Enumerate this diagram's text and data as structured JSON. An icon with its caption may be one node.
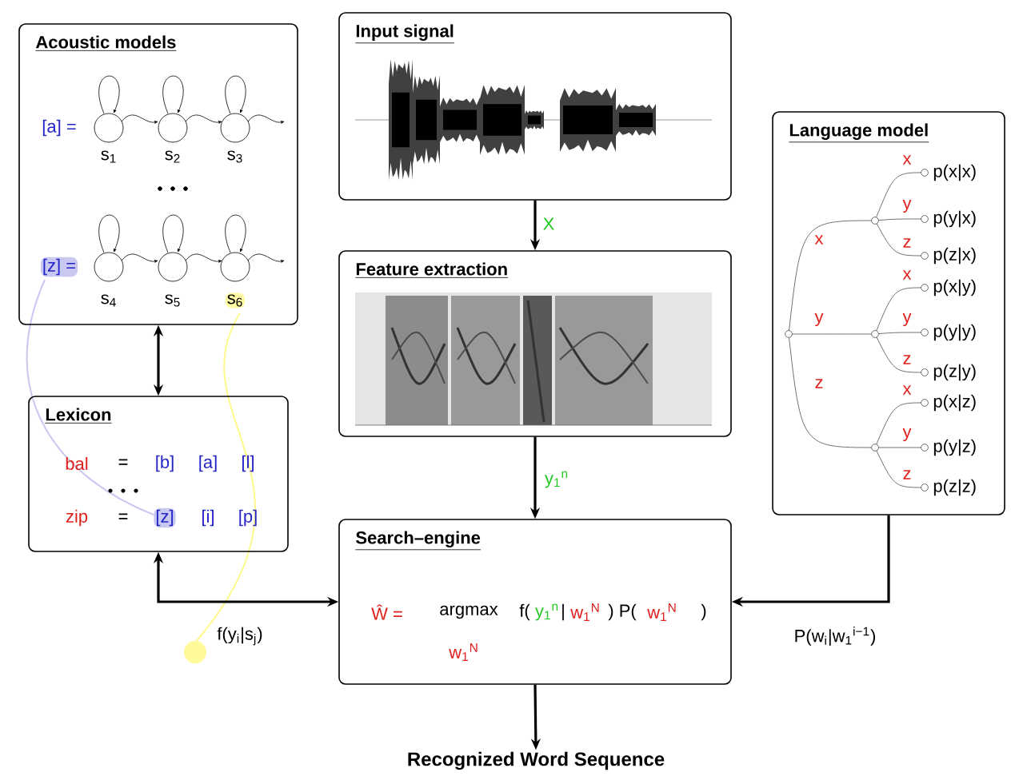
{
  "diagram": {
    "nodes": [
      {
        "text": [
          "Acoustic models"
        ]
      },
      {
        "text": [
          "Lexicon"
        ]
      },
      {
        "text": [
          "Input signal"
        ]
      },
      {
        "text": [
          "Feature extraction"
        ]
      },
      {
        "text": [
          "Search–engine"
        ]
      },
      {
        "text": [
          "Language model"
        ]
      },
      {
        "text": [
          "Recognized Word Sequence"
        ]
      }
    ],
    "edges": [
      {
        "from": 0,
        "to": 1,
        "arrow": "both"
      },
      {
        "from": 2,
        "to": 3,
        "arrow": "to",
        "label": "X"
      },
      {
        "from": 3,
        "to": 4,
        "arrow": "to",
        "label": "y$_{1}$$^{n}$"
      },
      {
        "from": 4,
        "to": 1,
        "arrow": "both",
        "label": "f(y$_{i}$|s$_{j}$)"
      },
      {
        "from": 5,
        "to": 4,
        "arrow": "to",
        "label": "P(w$_{i}$|w$_{1}$$^{i−1}$)"
      },
      {
        "from": 4,
        "to": 6,
        "arrow": "to"
      }
    ],
    "labels": [
      "[a] =",
      "s$_{1}$",
      "s$_{2}$",
      "s$_{3}$",
      "[z] =",
      "s$_{4}$",
      "s$_{5}$",
      "s$_{6}$",
      "bal",
      "=",
      "[b]",
      "[a]",
      "[l]",
      "zip",
      "=",
      "[z]",
      "[i]",
      "[p]",
      "Ŵ =",
      "argmax",
      "f(",
      "y$_{1}$$^{n}$",
      "|",
      "w$_{1}$$^{N}$",
      ") P(",
      "w$_{1}$$^{N}$",
      ")",
      "w$_{1}$$^{N}$",
      "x",
      "y",
      "z",
      "x",
      "y",
      "z",
      "p(x|x)",
      "p(y|x)",
      "p(z|x)",
      "x",
      "y",
      "z",
      "p(x|y)",
      "p(y|y)",
      "p(z|y)",
      "x",
      "y",
      "z",
      "p(x|z)",
      "p(y|z)",
      "p(z|z)"
    ]
  }
}
